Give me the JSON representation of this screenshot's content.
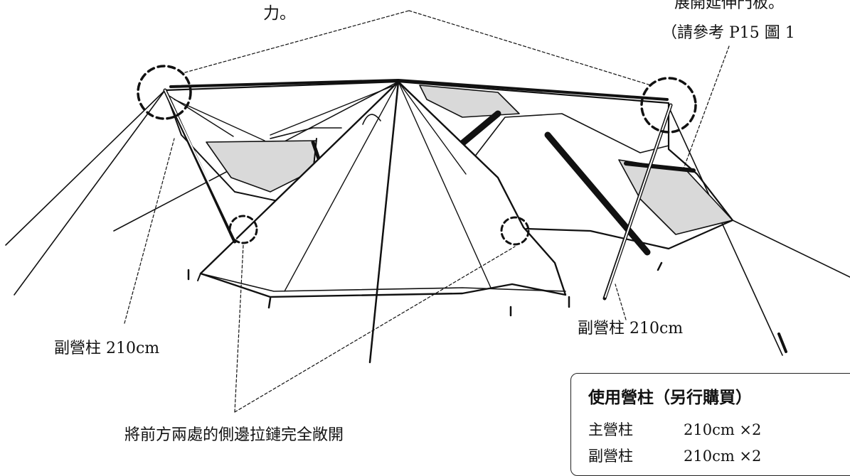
{
  "annotations": {
    "top_force": "力。",
    "note_line1": "展開延伸門板。",
    "note_line2": "（請參考 P15 圖 1",
    "sub_pole_left": "副營柱 210cm",
    "sub_pole_right": "副營柱 210cm",
    "zip_note": "將前方兩處的側邊拉鏈完全敞開"
  },
  "poles_box": {
    "title": "使用營柱（另行購買）",
    "rows": [
      {
        "name": "主營柱",
        "spec": "210cm ×2"
      },
      {
        "name": "副營柱",
        "spec": "210cm ×2"
      }
    ]
  },
  "colors": {
    "line": "#111111",
    "shade": "#d9d9d9",
    "background": "#ffffff"
  }
}
